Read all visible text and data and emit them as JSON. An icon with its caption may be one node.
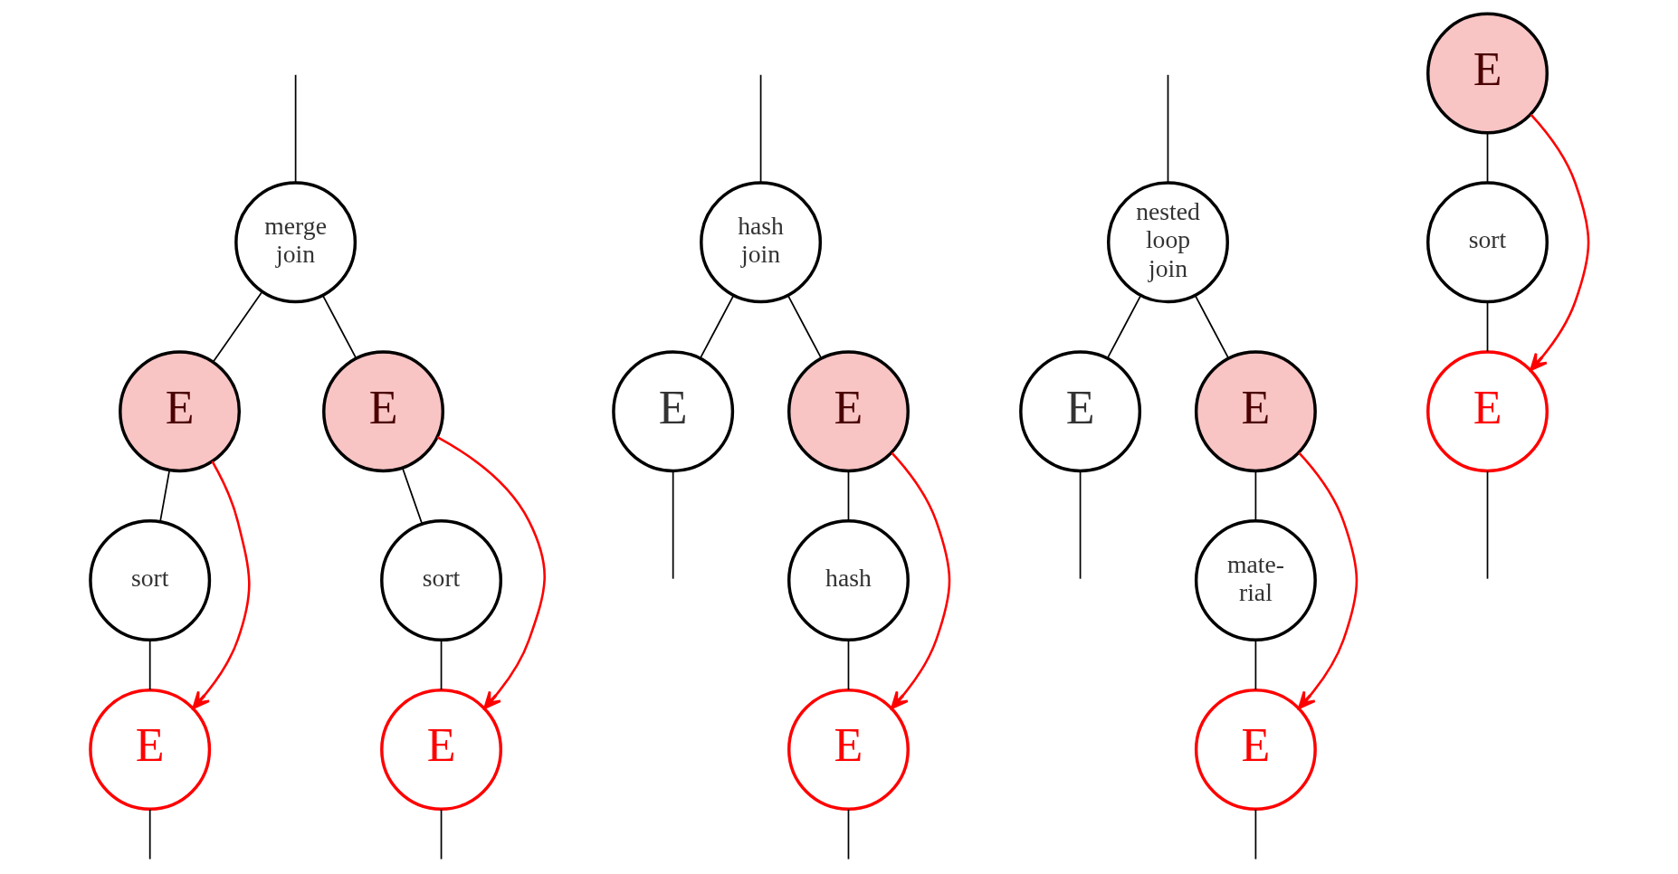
{
  "diagram": {
    "nodes": [
      {
        "text": [
          "merge join"
        ]
      },
      {
        "text": [
          "E"
        ]
      },
      {
        "text": [
          "E"
        ]
      },
      {
        "text": [
          "sort"
        ]
      },
      {
        "text": [
          "sort"
        ]
      },
      {
        "text": [
          "E"
        ]
      },
      {
        "text": [
          "E"
        ]
      },
      {
        "text": [
          "hash join"
        ]
      },
      {
        "text": [
          "E"
        ]
      },
      {
        "text": [
          "E"
        ]
      },
      {
        "text": [
          "hash"
        ]
      },
      {
        "text": [
          "E"
        ]
      },
      {
        "text": [
          "nested loop join"
        ]
      },
      {
        "text": [
          "E"
        ]
      },
      {
        "text": [
          "E"
        ]
      },
      {
        "text": [
          "mate- rial"
        ]
      },
      {
        "text": [
          "E"
        ]
      },
      {
        "text": [
          "E"
        ]
      },
      {
        "text": [
          "sort"
        ]
      },
      {
        "text": [
          "E"
        ]
      }
    ],
    "edges": [
      {
        "from": null,
        "to": 0,
        "arrow": "none"
      },
      {
        "from": 0,
        "to": 1,
        "arrow": "none"
      },
      {
        "from": 0,
        "to": 2,
        "arrow": "none"
      },
      {
        "from": 1,
        "to": 3,
        "arrow": "none"
      },
      {
        "from": 3,
        "to": 5,
        "arrow": "none"
      },
      {
        "from": 2,
        "to": 4,
        "arrow": "none"
      },
      {
        "from": 4,
        "to": 6,
        "arrow": "none"
      },
      {
        "from": 1,
        "to": 5,
        "arrow": "to",
        "color": "#ff0000"
      },
      {
        "from": 2,
        "to": 6,
        "arrow": "to",
        "color": "#ff0000"
      },
      {
        "from": 5,
        "to": null,
        "arrow": "none"
      },
      {
        "from": 6,
        "to": null,
        "arrow": "none"
      },
      {
        "from": null,
        "to": 7,
        "arrow": "none"
      },
      {
        "from": 7,
        "to": 8,
        "arrow": "none"
      },
      {
        "from": 7,
        "to": 9,
        "arrow": "none"
      },
      {
        "from": 9,
        "to": 10,
        "arrow": "none"
      },
      {
        "from": 10,
        "to": 11,
        "arrow": "none"
      },
      {
        "from": 9,
        "to": 11,
        "arrow": "to",
        "color": "#ff0000"
      },
      {
        "from": 8,
        "to": null,
        "arrow": "none"
      },
      {
        "from": 11,
        "to": null,
        "arrow": "none"
      },
      {
        "from": null,
        "to": 12,
        "arrow": "none"
      },
      {
        "from": 12,
        "to": 13,
        "arrow": "none"
      },
      {
        "from": 12,
        "to": 14,
        "arrow": "none"
      },
      {
        "from": 14,
        "to": 15,
        "arrow": "none"
      },
      {
        "from": 15,
        "to": 16,
        "arrow": "none"
      },
      {
        "from": 14,
        "to": 16,
        "arrow": "to",
        "color": "#ff0000"
      },
      {
        "from": 13,
        "to": null,
        "arrow": "none"
      },
      {
        "from": 16,
        "to": null,
        "arrow": "none"
      },
      {
        "from": 17,
        "to": 18,
        "arrow": "none"
      },
      {
        "from": 18,
        "to": 19,
        "arrow": "none"
      },
      {
        "from": 17,
        "to": 19,
        "arrow": "to",
        "color": "#ff0000"
      },
      {
        "from": 19,
        "to": null,
        "arrow": "none"
      }
    ]
  }
}
